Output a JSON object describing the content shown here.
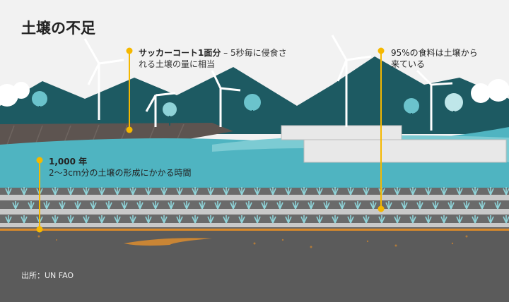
{
  "title": "土壌の不足",
  "annotations": [
    {
      "bold": "サッカーコート1面分",
      "rest_line1": " – 5秒毎に侵食さ",
      "rest_line2": "れる土壌の量に相当"
    },
    {
      "line1": "95%の食料は土壌から",
      "line2": "来ている"
    },
    {
      "bold": "1,000 年",
      "line2": "2〜3cm分の土壌の形成にかかる時間"
    }
  ],
  "source": "出所：UN FAO",
  "colors": {
    "accent": "#f5b800",
    "sky": "#f2f2f2",
    "mountain": "#1d5a62",
    "water": "#4fb4c1",
    "ground": "#5b5b5b",
    "soil_line": "#d98a2b"
  }
}
